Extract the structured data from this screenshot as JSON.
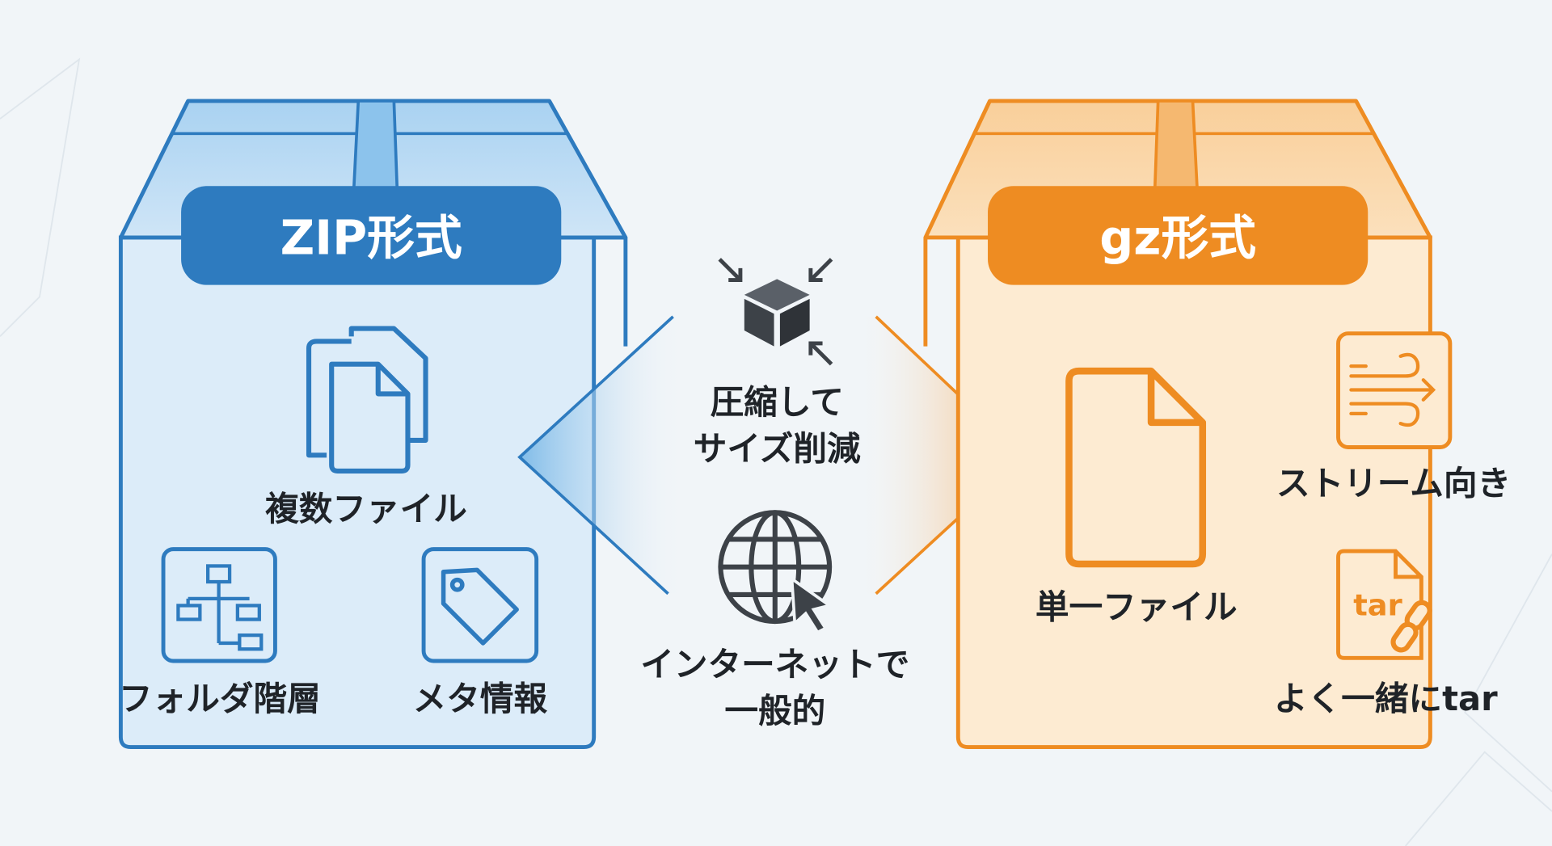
{
  "colors": {
    "zip": "#2e7bbf",
    "zip_fill": "#dcecf9",
    "gz": "#ee8c22",
    "gz_fill": "#fdebd2",
    "text": "#1f2328",
    "icon": "#3d4248"
  },
  "zip": {
    "title": "ZIP形式",
    "features": [
      {
        "icon": "multiple-files-icon",
        "label": "複数ファイル"
      },
      {
        "icon": "folder-hierarchy-icon",
        "label": "フォルダ階層"
      },
      {
        "icon": "tag-icon",
        "label": "メタ情報"
      }
    ]
  },
  "common": {
    "features": [
      {
        "icon": "compress-box-icon",
        "label_lines": [
          "圧縮して",
          "サイズ削減"
        ]
      },
      {
        "icon": "globe-cursor-icon",
        "label_lines": [
          "インターネットで",
          "一般的"
        ]
      }
    ]
  },
  "gz": {
    "title": "gz形式",
    "features": [
      {
        "icon": "single-file-icon",
        "label": "単一ファイル"
      },
      {
        "icon": "stream-icon",
        "label": "ストリーム向き"
      },
      {
        "icon": "tar-link-icon",
        "label": "よく一緒にtar",
        "icon_text": "tar"
      }
    ]
  }
}
